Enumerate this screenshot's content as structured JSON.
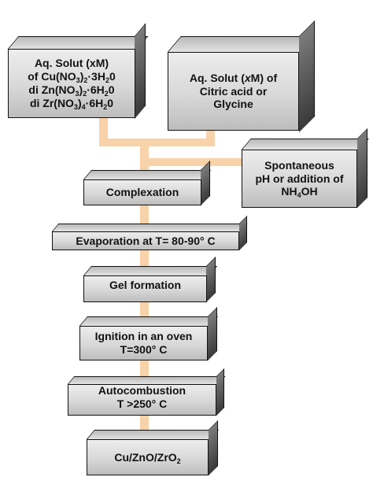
{
  "nodes": {
    "cu_solution": {
      "line1": "Aq. Solut (xM)",
      "line2_pre": "of Cu(NO",
      "line2_s1": "3",
      "line2_mid": ")",
      "line2_s2": "2",
      "line2_post": "·3H",
      "line2_s3": "2",
      "line2_end": "0",
      "line3_pre": "di Zn(NO",
      "line3_s1": "3",
      "line3_mid": ")",
      "line3_s2": "2",
      "line3_post": "·6H",
      "line3_s3": "2",
      "line3_end": "0",
      "line4_pre": "di Zr(NO",
      "line4_s1": "3",
      "line4_mid": ")",
      "line4_s2": "4",
      "line4_post": "·6H",
      "line4_s3": "2",
      "line4_end": "0"
    },
    "citric_solution": {
      "line1_pre": "Aq. Solut (",
      "line1_italic": "x",
      "line1_post": "M) of",
      "line2": "Citric acid or",
      "line3": "Glycine"
    },
    "ph": {
      "line1": "Spontaneous",
      "line2": "pH or addition of",
      "line3_pre": "NH",
      "line3_sub": "4",
      "line3_post": "OH"
    },
    "complexation": "Complexation",
    "evaporation": "Evaporation at T= 80-90° C",
    "gel": "Gel formation",
    "ignition": {
      "line1": "Ignition in an oven",
      "line2": "T=300° C"
    },
    "autocombustion": {
      "line1": "Autocombustion",
      "line2": "T >250° C"
    },
    "product": {
      "pre": "Cu/ZnO/ZrO",
      "sub": "2"
    }
  },
  "colors": {
    "connector": "#f8d2a8",
    "box_fill": "#d8d8d8",
    "box_side": "#4a4a4a",
    "border": "#111111"
  }
}
